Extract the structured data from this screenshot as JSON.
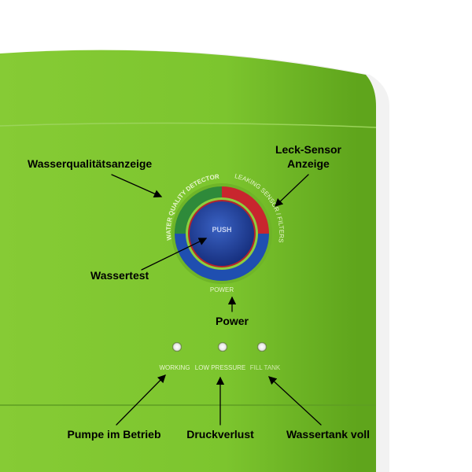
{
  "device": {
    "dial": {
      "button_label": "PUSH",
      "ring_top_left": "WATER QUALITY DETECTOR",
      "ring_top_right": "LEAKING SENSOR / FILTERS",
      "ring_bottom": "POWER"
    },
    "leds": [
      {
        "label": "WORKING"
      },
      {
        "label": "LOW PRESSURE"
      },
      {
        "label": "FILL TANK"
      }
    ],
    "colors": {
      "body": "#7cc52e",
      "quality": "#2e8a3a",
      "leak": "#c8262e",
      "power": "#1f4fb0",
      "button": "#1e3f9e"
    }
  },
  "annotations": {
    "water_quality": "Wasserqualitätsanzeige",
    "leak_line1": "Leck-Sensor",
    "leak_line2": "Anzeige",
    "water_test": "Wassertest",
    "power": "Power",
    "pump": "Pumpe im Betrieb",
    "pressure_loss": "Druckverlust",
    "tank_full": "Wassertank voll"
  }
}
